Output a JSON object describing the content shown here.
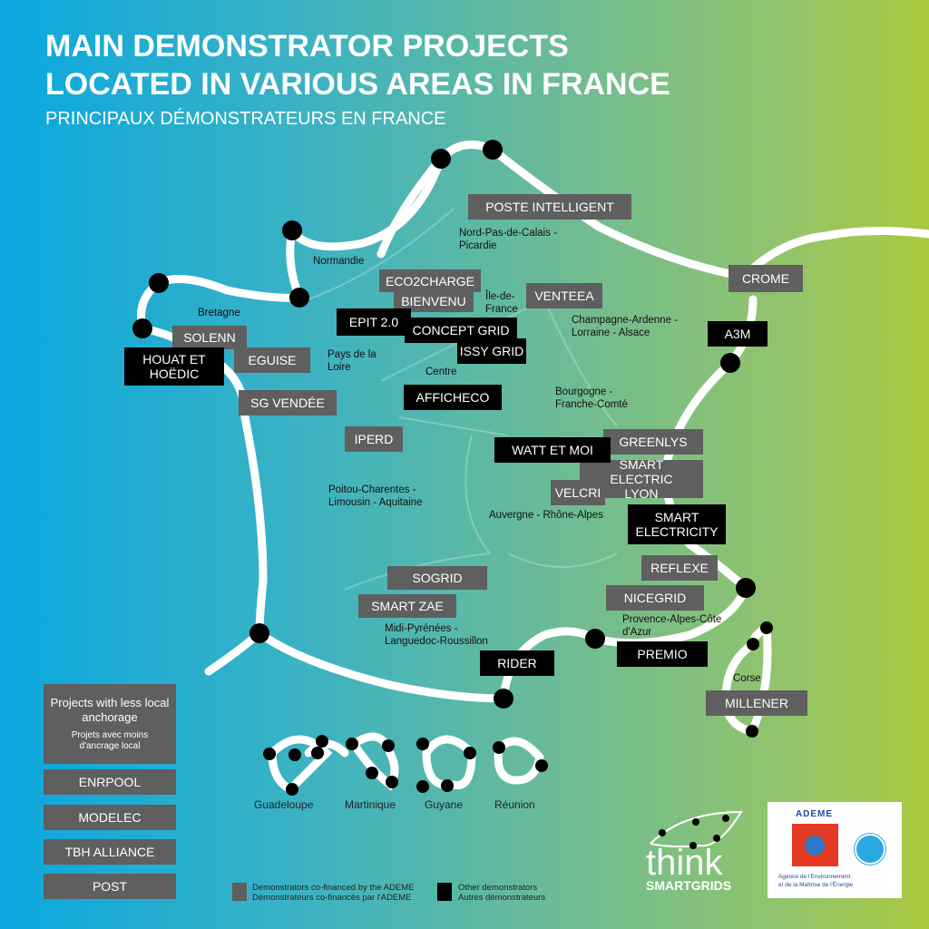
{
  "title": {
    "line1": "MAIN DEMONSTRATOR PROJECTS",
    "line2": "LOCATED IN VARIOUS AREAS IN FRANCE",
    "subtitle": "PRINCIPAUX DÉMONSTRATEURS EN FRANCE"
  },
  "regions": {
    "nord": "Nord-Pas-de-Calais - Picardie",
    "normandie": "Normandie",
    "bretagne": "Bretagne",
    "idf": "Île-de-France",
    "champagne": "Champagne-Ardenne - Lorraine - Alsace",
    "pdl": "Pays de la Loire",
    "centre": "Centre",
    "bourgogne": "Bourgogne - Franche-Comté",
    "poitou": "Poitou-Charentes - Limousin - Aquitaine",
    "auvergne": "Auvergne - Rhône-Alpes",
    "paca": "Provence-Alpes-Côte d'Azur",
    "midi": "Midi-Pyrénées - Languedoc-Roussillon",
    "corse": "Corse"
  },
  "projects": {
    "poste": "POSTE INTELLIGENT",
    "crome": "CROME",
    "eco2": "ECO2CHARGE",
    "bienvenu": "BIENVENU",
    "venteea": "VENTEEA",
    "epit": "EPIT 2.0",
    "concept": "CONCEPT GRID",
    "issy": "ISSY GRID",
    "a3m": "A3M",
    "solenn": "SOLENN",
    "houat": "HOUAT ET HOËDIC",
    "eguise": "EGUISE",
    "sgvendee": "SG VENDÉE",
    "afficheco": "AFFICHECO",
    "iperd": "IPERD",
    "watt": "WATT ET MOI",
    "greenlys": "GREENLYS",
    "sel": "SMART ELECTRIC LYON",
    "velcri": "VELCRI",
    "smartelec": "SMART ELECTRICITY",
    "reflexe": "REFLEXE",
    "nicegrid": "NICEGRID",
    "sogrid": "SOGRID",
    "smartzae": "SMART ZAE",
    "rider": "RIDER",
    "premio": "PREMIO",
    "millener": "MILLENER"
  },
  "side": {
    "head1": "Projects with less local anchorage",
    "head2": "Projets avec moins d'ancrage local",
    "items": [
      "ENRPOOL",
      "MODELEC",
      "TBH ALLIANCE",
      "POST"
    ]
  },
  "overseas": [
    "Guadeloupe",
    "Martinique",
    "Guyane",
    "Réunion"
  ],
  "legend": {
    "gray1": "Demonstrators co-financed by the ADEME",
    "gray2": "Démonstrateurs co-financés par l'ADEME",
    "black1": "Other demonstrators",
    "black2": "Autres démonstrateurs",
    "gray_color": "#5f5f5f",
    "black_color": "#000000"
  },
  "logos": {
    "think": "think",
    "smartgrids": "SMARTGRIDS",
    "ademe": "ADEME",
    "ademe1": "Agence de l'Environnement",
    "ademe2": "et de la Maîtrise de l'Énergie"
  }
}
